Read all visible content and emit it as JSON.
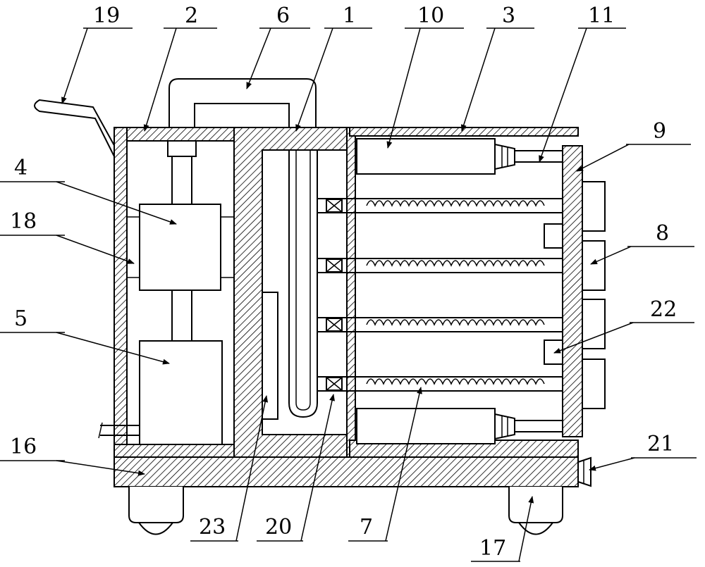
{
  "labels": {
    "l1": "1",
    "l2": "2",
    "l3": "3",
    "l4": "4",
    "l5": "5",
    "l6": "6",
    "l7": "7",
    "l8": "8",
    "l9": "9",
    "l10": "10",
    "l11": "11",
    "l16": "16",
    "l17": "17",
    "l18": "18",
    "l19": "19",
    "l20": "20",
    "l21": "21",
    "l22": "22",
    "l23": "23"
  }
}
